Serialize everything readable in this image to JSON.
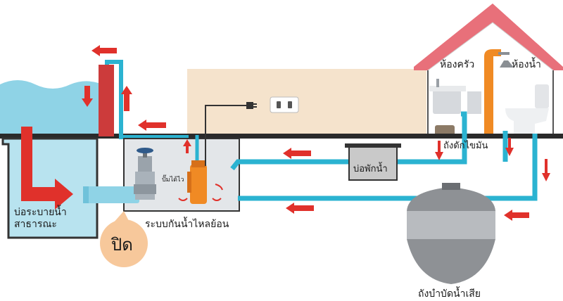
{
  "labels": {
    "kitchen": "ห้องครัว",
    "bathroom": "ห้องน้ำ",
    "grease_trap": "ถังดักไขมัน",
    "junction_pit": "บ่อพักน้ำ",
    "public_drain": "บ่อระบายน้ำ\nสาธารณะ",
    "closed": "ปิด",
    "pump_working": "ปั๊มได้ไว",
    "backflow_system": "ระบบกันน้ำไหลย้อน",
    "septic_tank": "ถังบำบัดน้ำเสีย"
  },
  "colors": {
    "water": "#8fd3e6",
    "pipe": "#2bb3d1",
    "arrow": "#e0312b",
    "roof": "#e8707a",
    "wall": "#cc3b3b",
    "pump": "#f08a24",
    "sign_bg": "#f7c89b",
    "ground": "#2a2a2a"
  },
  "icons": [
    "flow-arrow-icon",
    "gate-valve-icon",
    "submersible-pump-icon",
    "power-outlet-icon",
    "plug-icon",
    "shower-icon",
    "toilet-icon",
    "sink-icon"
  ]
}
